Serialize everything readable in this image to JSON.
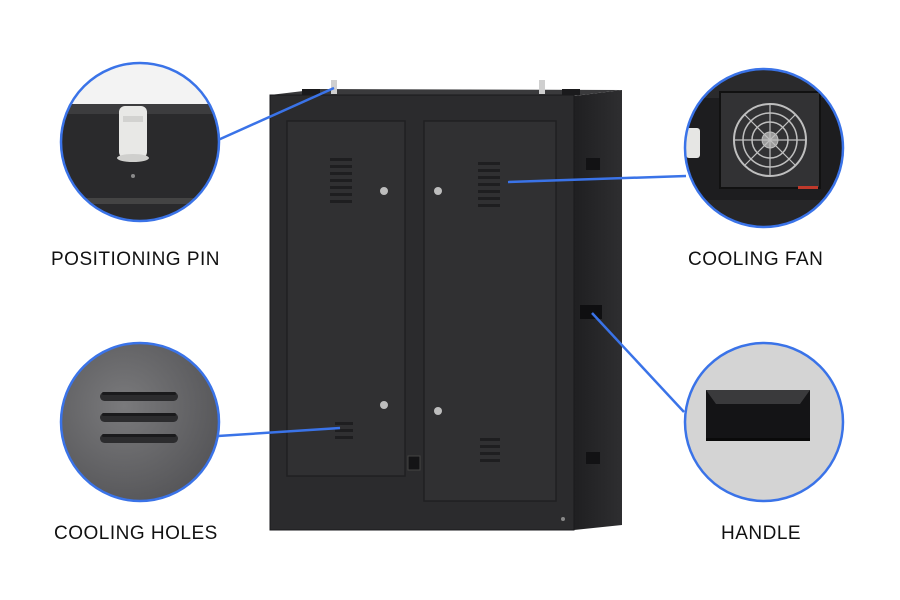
{
  "colors": {
    "cabinet": "#2b2b2d",
    "cabinet_edge": "#1c1c1e",
    "door": "#323234",
    "callout_blue": "#3a73e8",
    "label_text": "#111111"
  },
  "callouts": {
    "positioning_pin": {
      "label": "POSITIONING PIN",
      "icon": "positioning-pin-closeup"
    },
    "cooling_holes": {
      "label": "COOLING HOLES",
      "icon": "cooling-vent-closeup"
    },
    "cooling_fan": {
      "label": "COOLING FAN",
      "icon": "cooling-fan-closeup"
    },
    "handle": {
      "label": "HANDLE",
      "icon": "handle-recess-closeup"
    }
  }
}
